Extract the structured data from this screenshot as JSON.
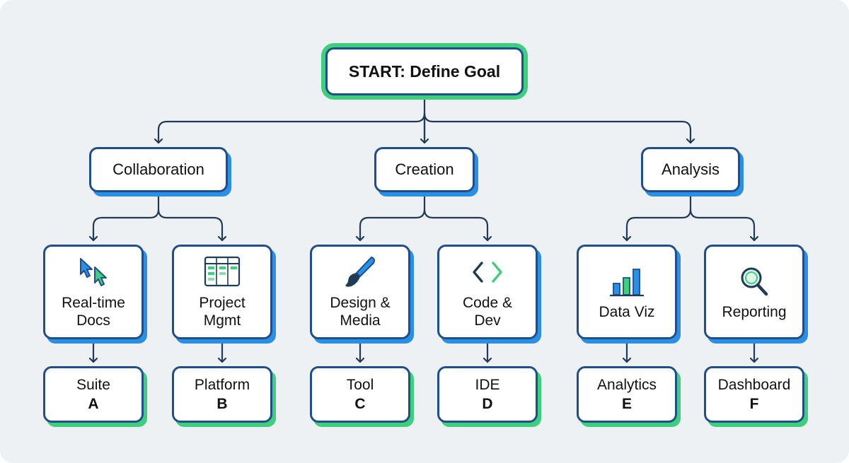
{
  "start": {
    "label": "START: Define Goal"
  },
  "categories": [
    {
      "id": "collab",
      "label": "Collaboration"
    },
    {
      "id": "creation",
      "label": "Creation"
    },
    {
      "id": "analysis",
      "label": "Analysis"
    }
  ],
  "tools": [
    {
      "line1": "Real-time",
      "line2": "Docs",
      "icon": "cursors-icon"
    },
    {
      "line1": "Project",
      "line2": "Mgmt",
      "icon": "kanban-board-icon"
    },
    {
      "line1": "Design &",
      "line2": "Media",
      "icon": "paintbrush-icon"
    },
    {
      "line1": "Code &",
      "line2": "Dev",
      "icon": "code-brackets-icon"
    },
    {
      "line1": "Data Viz",
      "line2": "",
      "icon": "bar-chart-icon"
    },
    {
      "line1": "Reporting",
      "line2": "",
      "icon": "magnifier-icon"
    }
  ],
  "results": [
    {
      "name": "Suite",
      "letter": "A"
    },
    {
      "name": "Platform",
      "letter": "B"
    },
    {
      "name": "Tool",
      "letter": "C"
    },
    {
      "name": "IDE",
      "letter": "D"
    },
    {
      "name": "Analytics",
      "letter": "E"
    },
    {
      "name": "Dashboard",
      "letter": "F"
    }
  ],
  "colors": {
    "background": "#eef1f3",
    "border": "#1e4f8c",
    "blue_accent": "#2c8fe6",
    "green_accent": "#3ecf7c",
    "connector": "#1f3b57"
  }
}
